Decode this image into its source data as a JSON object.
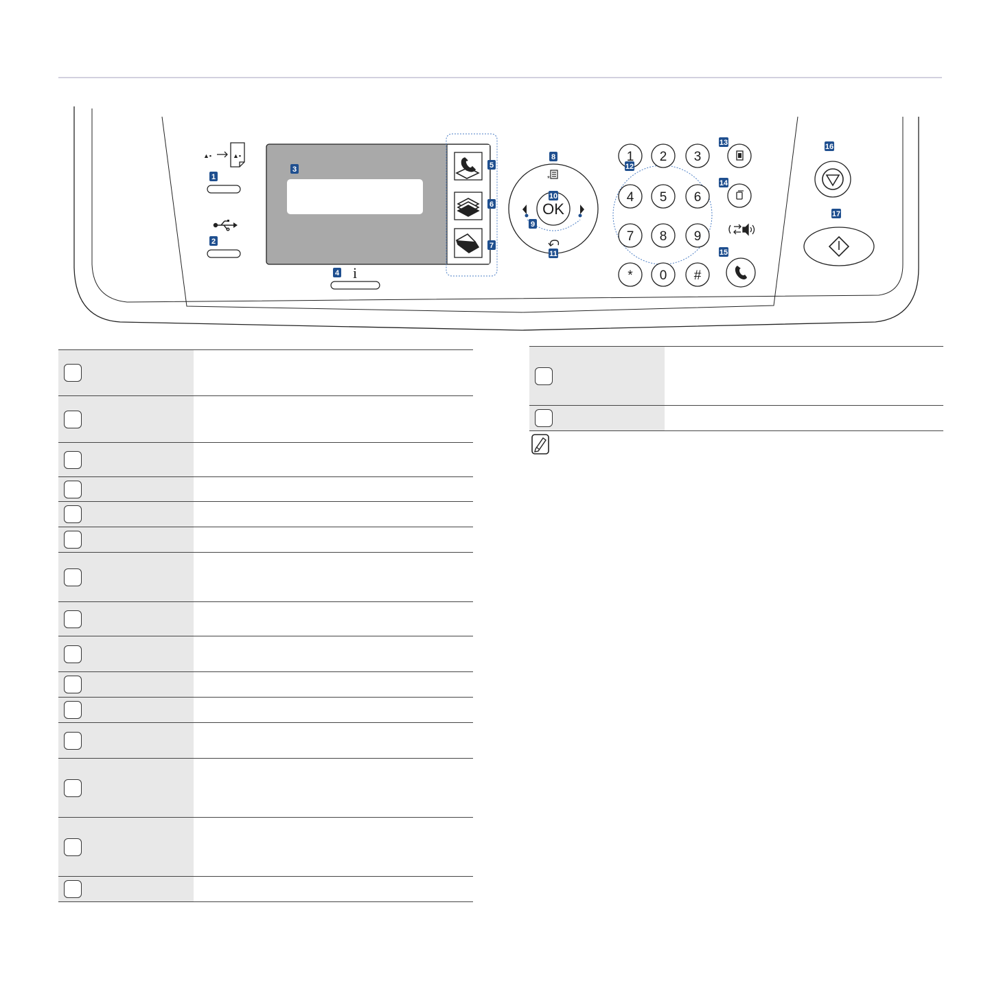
{
  "panel": {
    "callouts": [
      "1",
      "2",
      "3",
      "4",
      "5",
      "6",
      "7",
      "8",
      "9",
      "10",
      "11",
      "12",
      "13",
      "14",
      "15",
      "16",
      "17"
    ],
    "ok_label": "OK",
    "info_label": "i",
    "keypad_keys": [
      "1",
      "2",
      "3",
      "4",
      "5",
      "6",
      "7",
      "8",
      "9",
      "*",
      "0",
      "#"
    ]
  },
  "icons": {
    "id_copy": "id-copy-icon",
    "usb": "usb-icon",
    "fax": "fax-icon",
    "copy": "copy-icon",
    "scan": "scan-icon",
    "menu": "menu-icon",
    "back": "back-arrow-icon",
    "redial": "redial-pause-icon",
    "address_book": "address-book-icon",
    "on_hook": "on-hook-dial-icon",
    "stop": "stop-clear-icon",
    "start": "start-icon",
    "note": "note-icon"
  },
  "colors": {
    "callout": "#1f4f8f",
    "row_label_bg": "#e8e8e8",
    "lcd_bg": "#a9a9a9"
  },
  "table_left_rows": [
    {
      "height": 67
    },
    {
      "height": 68
    },
    {
      "height": 50
    },
    {
      "height": 36
    },
    {
      "height": 37
    },
    {
      "height": 37
    },
    {
      "height": 72
    },
    {
      "height": 50
    },
    {
      "height": 52
    },
    {
      "height": 37
    },
    {
      "height": 37
    },
    {
      "height": 52
    },
    {
      "height": 86
    },
    {
      "height": 86
    },
    {
      "height": 37
    }
  ],
  "table_right_rows": [
    {
      "height": 86
    },
    {
      "height": 37
    }
  ]
}
